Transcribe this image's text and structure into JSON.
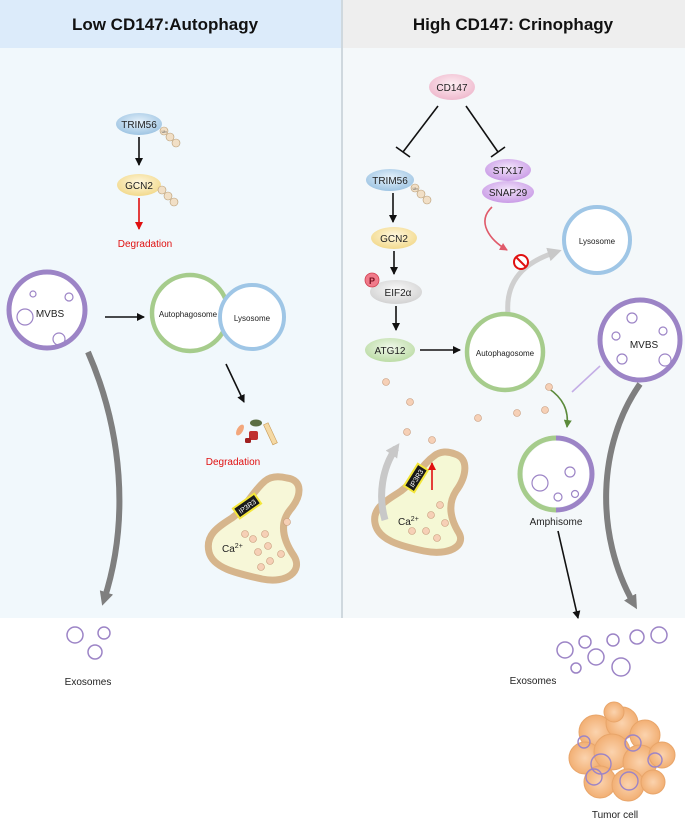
{
  "panels": {
    "left": {
      "title": "Low CD147:Autophagy"
    },
    "right": {
      "title": "High CD147: Crinophagy"
    }
  },
  "left": {
    "trim56": "TRIM56",
    "gcn2": "GCN2",
    "ub": "Ub",
    "degradation_top": "Degradation",
    "mvbs": "MVBS",
    "autophagosome": "Autophagosome",
    "lysosome": "Lysosome",
    "degradation_bottom": "Degradation",
    "ip3r3": "IP3R3",
    "calcium": "Ca",
    "calcium_sup": "2+",
    "exosomes": "Exosomes"
  },
  "right": {
    "cd147": "CD147",
    "trim56": "TRIM56",
    "ub": "Ub",
    "stx17": "STX17",
    "snap29": "SNAP29",
    "gcn2": "GCN2",
    "phospho": "P",
    "eif2a": "EIF2α",
    "atg12": "ATG12",
    "lysosome": "Lysosome",
    "autophagosome": "Autophagosome",
    "mvbs": "MVBS",
    "ip3r3": "IP3R3",
    "calcium": "Ca",
    "calcium_sup": "2+",
    "amphisome": "Amphisome",
    "exosomes": "Exosomes",
    "tumor_cell": "Tumor cell"
  },
  "colors": {
    "left_header_bg": "#dcebfa",
    "right_header_bg": "#eeeeee",
    "left_panel_bg": "#f1f8fc",
    "right_panel_bg": "#f4f8fa",
    "purple": "#9c84c6",
    "green": "#a6cc8c",
    "lysosome_blue": "#9fc6e6",
    "red": "#e01010",
    "gray_arrow": "#7f7f7f"
  }
}
